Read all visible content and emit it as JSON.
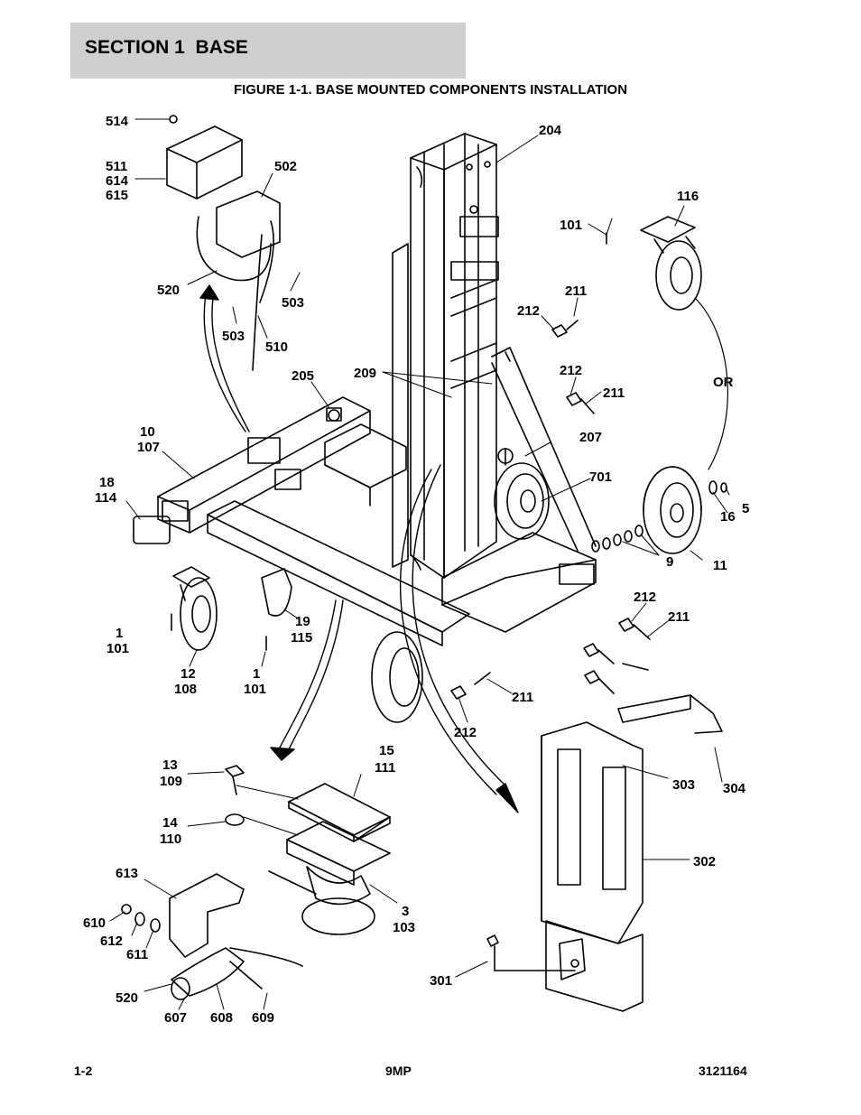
{
  "header": {
    "section_title": "SECTION 1  BASE"
  },
  "figure": {
    "title": "FIGURE 1-1. BASE MOUNTED COMPONENTS INSTALLATION"
  },
  "callouts": {
    "c514": "514",
    "c511": "511",
    "c614": "614",
    "c615": "615",
    "c502": "502",
    "c520a": "520",
    "c503a": "503",
    "c503b": "503",
    "c510": "510",
    "c204": "204",
    "c116": "116",
    "c101a": "101",
    "c211a": "211",
    "c212a": "212",
    "c209": "209",
    "c205": "205",
    "c212b": "212",
    "c211b": "211",
    "c_or": "OR",
    "c10": "10",
    "c107": "107",
    "c207": "207",
    "c701": "701",
    "c18": "18",
    "c114": "114",
    "c16": "16",
    "c5": "5",
    "c9": "9",
    "c11": "11",
    "c212c": "212",
    "c211c": "211",
    "c1a": "1",
    "c101b": "101",
    "c19": "19",
    "c115": "115",
    "c12": "12",
    "c108": "108",
    "c1b": "1",
    "c101c": "101",
    "c211d": "211",
    "c212d": "212",
    "c15": "15",
    "c111": "111",
    "c13": "13",
    "c109": "109",
    "c14": "14",
    "c110": "110",
    "c303": "303",
    "c304": "304",
    "c613": "613",
    "c302": "302",
    "c610": "610",
    "c612": "612",
    "c611": "611",
    "c3": "3",
    "c103": "103",
    "c520b": "520",
    "c301": "301",
    "c607": "607",
    "c608": "608",
    "c609": "609"
  },
  "footer": {
    "page": "1-2",
    "model": "9MP",
    "doc_number": "3121164"
  }
}
